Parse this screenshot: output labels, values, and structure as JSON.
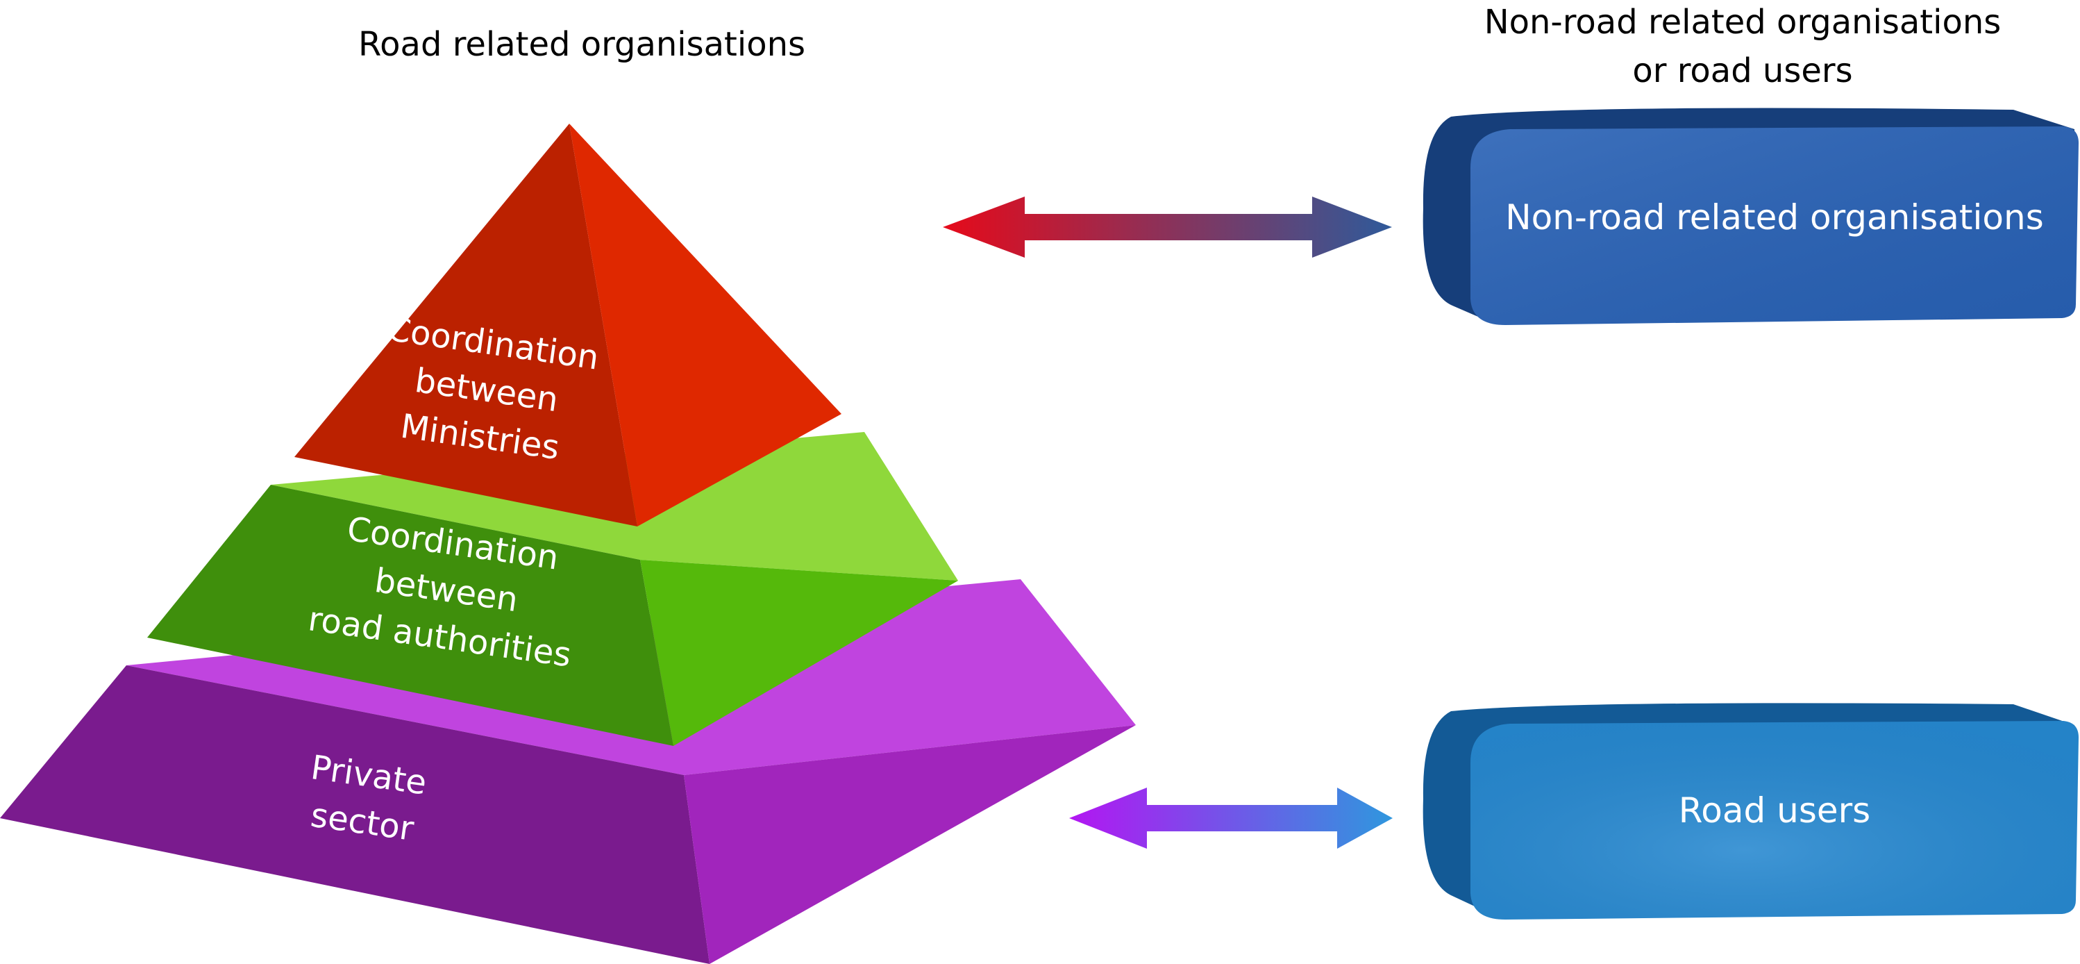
{
  "headings": {
    "left": "Road related organisations",
    "right_line1": "Non-road related organisations",
    "right_line2": "or road users"
  },
  "pyramid": {
    "top": {
      "lines": [
        "Coordination",
        "between",
        "Ministries"
      ],
      "colors": {
        "light": "#df2800",
        "dark": "#bb2100"
      }
    },
    "middle": {
      "lines": [
        "Coordination",
        "between",
        "road authorities"
      ],
      "colors": {
        "light": "#55b90b",
        "dark": "#3f8f0c",
        "top": "#8fd83b"
      }
    },
    "bottom": {
      "lines": [
        "Private",
        "sector"
      ],
      "colors": {
        "light": "#a125bc",
        "dark": "#7a1b8e",
        "top": "#c044df"
      }
    }
  },
  "boxes": {
    "top": {
      "label": "Non-road related organisations",
      "color": "#2861b5",
      "side": "#163e7a"
    },
    "bottom": {
      "label": "Road users",
      "color": "#2688d0",
      "side": "#135a96"
    }
  },
  "arrows": {
    "top": {
      "from": "#e60a1a",
      "to": "#2f5a9a"
    },
    "bottom": {
      "from": "#b316f2",
      "to": "#2f97de"
    }
  }
}
